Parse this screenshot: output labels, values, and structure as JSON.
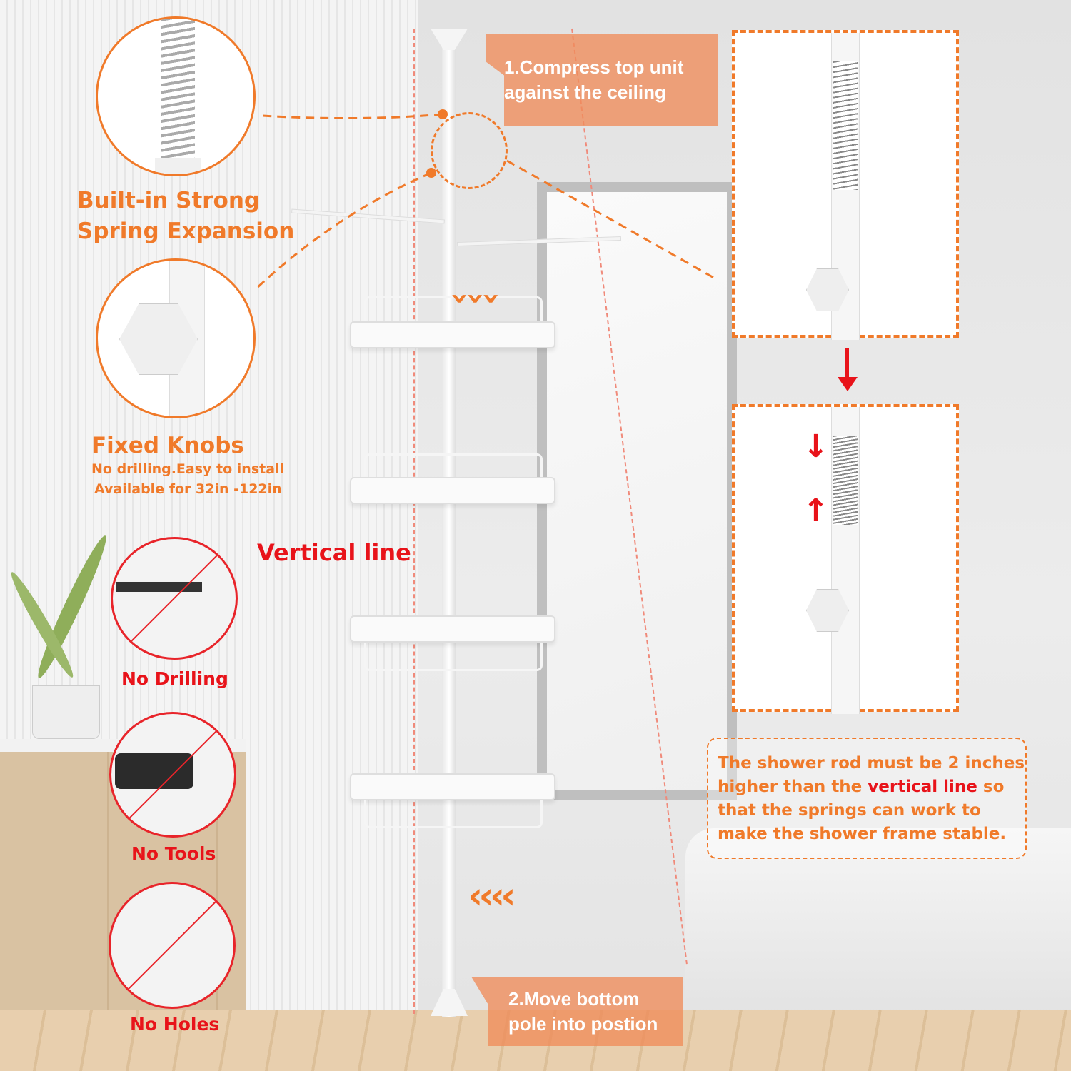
{
  "callouts": {
    "top": {
      "line1": "1.Compress top unit",
      "line2": "against the ceiling"
    },
    "bottom": {
      "line1": "2.Move bottom",
      "line2": "pole into postion"
    }
  },
  "features": {
    "spring": {
      "line1": "Built-in Strong",
      "line2": "Spring Expansion"
    },
    "knobs": {
      "title": "Fixed Knobs",
      "line1": "No drilling.Easy to install",
      "line2": "Available for 32in -122in"
    }
  },
  "badges": [
    {
      "label": "No Drilling"
    },
    {
      "label": "No Tools"
    },
    {
      "label": "No Holes"
    }
  ],
  "vertical_line_label": "Vertical line",
  "note": {
    "part1": "The shower rod must be 2 inches higher than the ",
    "highlight": "vertical line",
    "part2": " so that the springs can work to make the shower frame stable."
  },
  "colors": {
    "accent": "#f07a2a",
    "warning": "#e8131a"
  }
}
